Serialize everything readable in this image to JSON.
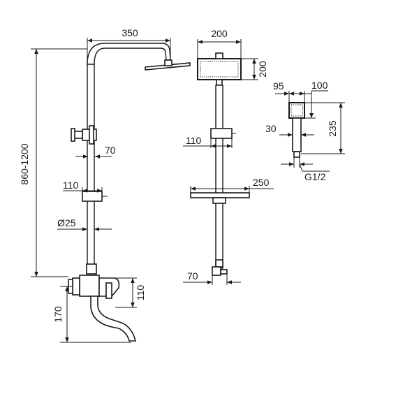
{
  "colors": {
    "line": "#1a1a1a",
    "background": "#ffffff"
  },
  "dimensions": {
    "arm_width": "350",
    "total_height": "860-1200",
    "valve_offset": "70",
    "holder_width": "110",
    "bar_diameter": "Ø25",
    "spout_height": "110",
    "mixer_height": "170",
    "head_width": "200",
    "head_height": "200",
    "slider_width": "110",
    "shelf_width": "250",
    "outlet_offset": "70",
    "hand_width": "95",
    "hand_head": "100",
    "hand_grip": "30",
    "hand_length": "235",
    "thread": "G1/2"
  }
}
